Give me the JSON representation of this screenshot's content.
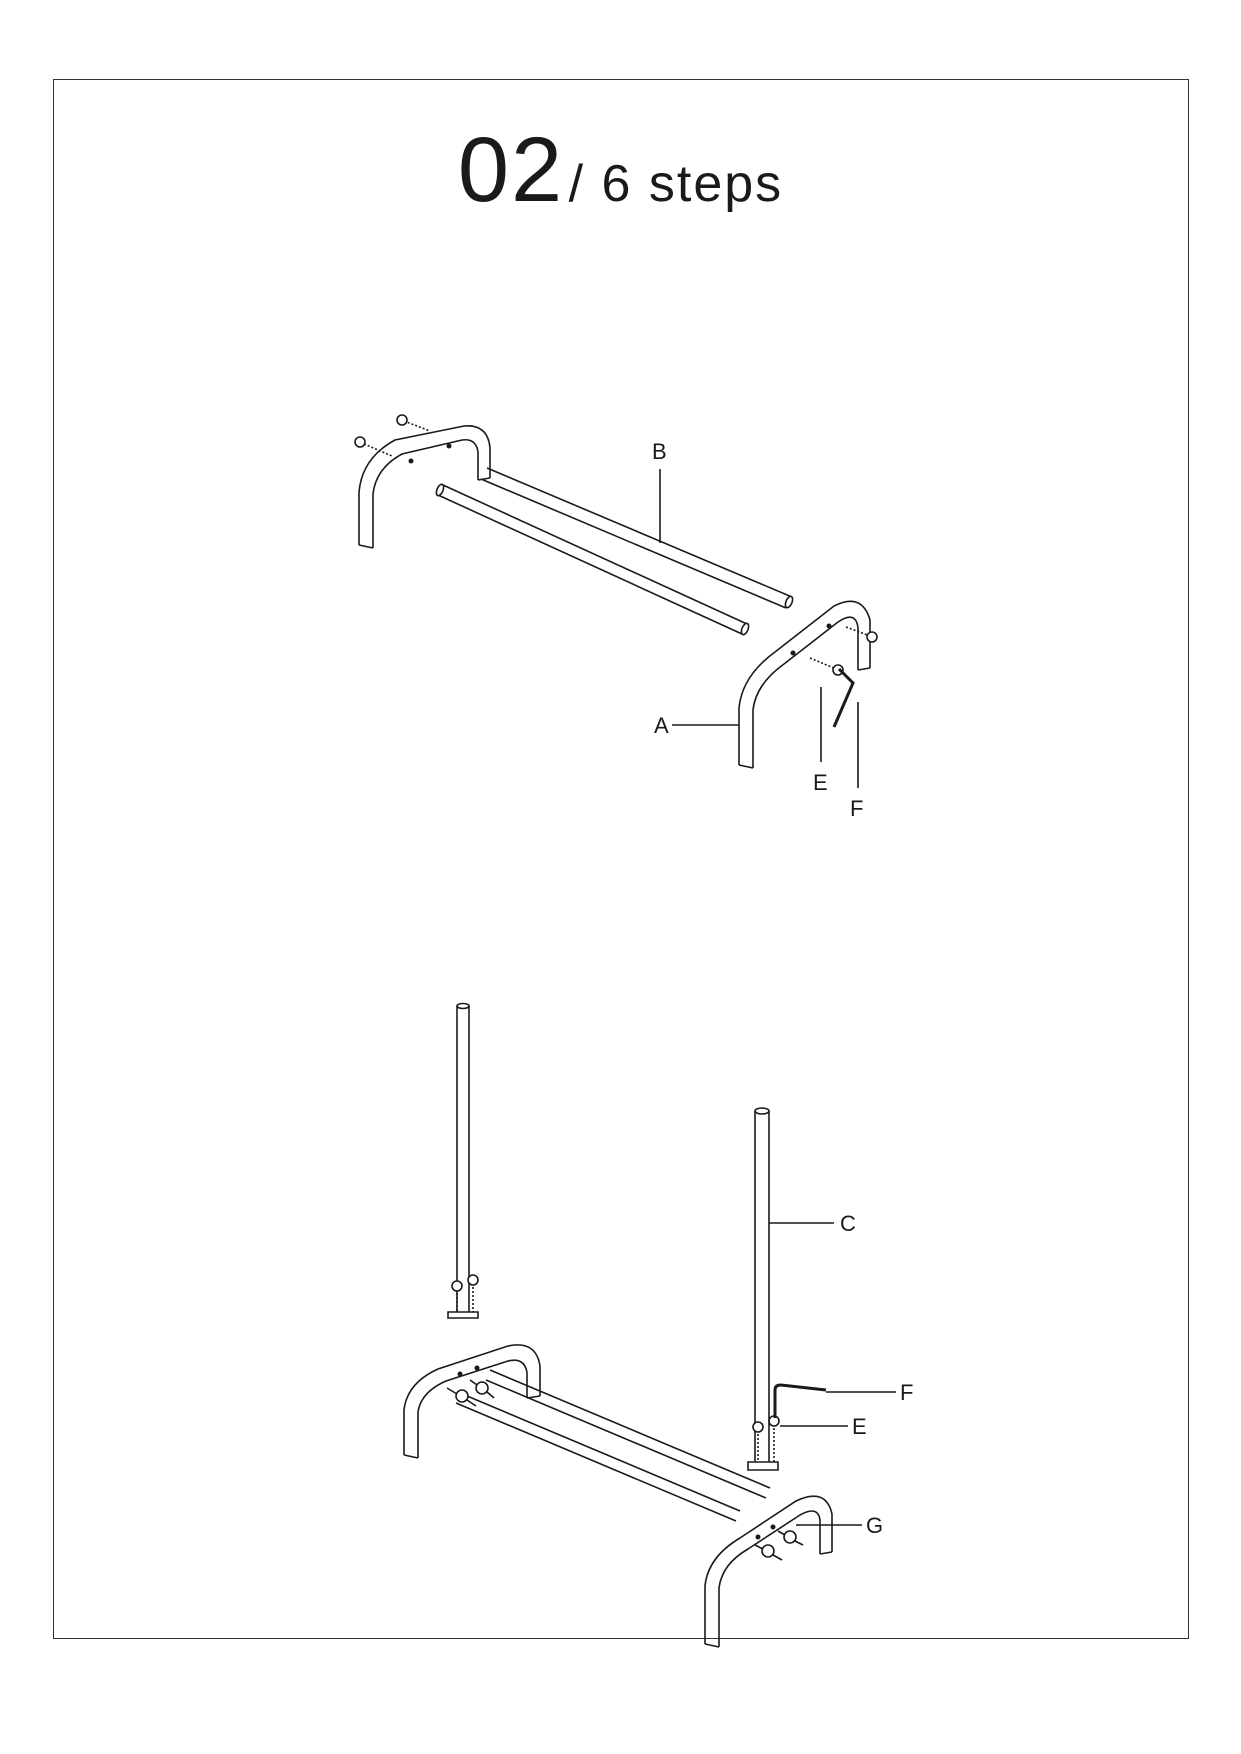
{
  "header": {
    "step_number": "02",
    "step_total": "/ 6 steps"
  },
  "diagram1": {
    "labels": {
      "A": "A",
      "B": "B",
      "E": "E",
      "F": "F"
    }
  },
  "diagram2": {
    "labels": {
      "C": "C",
      "E": "E",
      "F": "F",
      "G": "G"
    }
  }
}
